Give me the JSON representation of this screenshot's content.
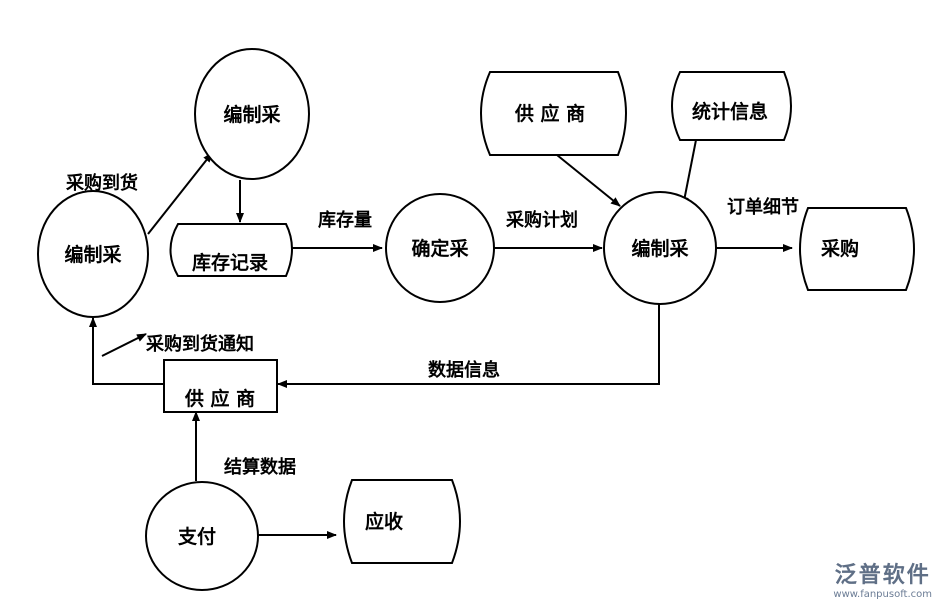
{
  "nodes": {
    "compile_top": "编制采",
    "compile_left": "编制采",
    "inventory_record": "库存记录",
    "confirm": "确定采",
    "supplier_top": "供 应 商",
    "stats_info": "统计信息",
    "compile_main": "编制采",
    "purchase_store": "采购",
    "supplier_box": "供 应 商",
    "payment": "支付",
    "receivable": "应收"
  },
  "edges": {
    "arrival": "采购到货",
    "stock_qty": "库存量",
    "purchase_plan": "采购计划",
    "order_detail": "订单细节",
    "arrival_notice": "采购到货通知",
    "data_info": "数据信息",
    "settlement": "结算数据"
  },
  "watermark": {
    "brand": "泛普软件",
    "url": "www.fanpusoft.com"
  }
}
